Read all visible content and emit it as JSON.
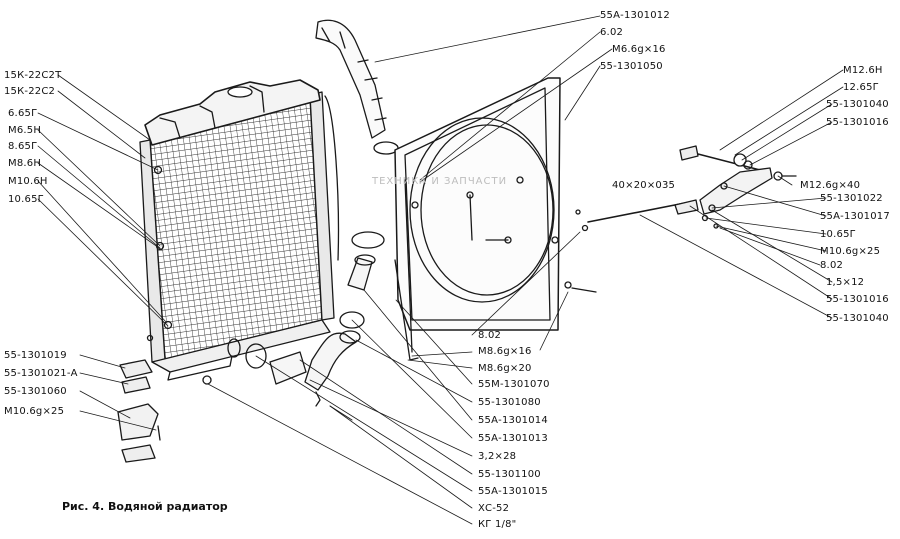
{
  "caption": "Рис. 4. Водяной радиатор",
  "watermark": "ТЕХНИКА И ЗАПЧАСТИ",
  "labels": {
    "l_15k22c2t": "15К-22С2Т",
    "l_15k22c2": "15К-22С2",
    "l_665g": "6.65Г",
    "l_m65n": "М6.5Н",
    "l_865g": "8.65Г",
    "l_m86n": "М8.6Н",
    "l_m106n": "М10.6Н",
    "l_1065g_left": "10.65Г",
    "l_1301019": "55-1301019",
    "l_1301021a": "55-1301021-А",
    "l_1301060": "55-1301060",
    "l_m10_25_left": "М10.6g×25",
    "l_1301012": "55А-1301012",
    "l_602": "6.02",
    "l_m6_16_top": "М6.6g×16",
    "l_1301050": "55-1301050",
    "l_m126n": "М12.6Н",
    "l_1265g": "12.65Г",
    "l_1301040_top": "55-1301040",
    "l_1301016_top": "55-1301016",
    "l_m12_40": "М12.6g×40",
    "l_1301022": "55-1301022",
    "l_1301017": "55А-1301017",
    "l_1065g_right": "10.65Г",
    "l_m10_25_right": "М10.6g×25",
    "l_802_right": "8.02",
    "l_15x12": "1,5×12",
    "l_1301016_bot": "55-1301016",
    "l_1301040_bot": "55-1301040",
    "l_40x20": "40×20×035",
    "l_802_mid": "8.02",
    "l_m6_16_mid": "М8.6g×16",
    "l_m8_20": "М8.6g×20",
    "l_1301070": "55М-1301070",
    "l_1301080": "55-1301080",
    "l_1301014": "55А-1301014",
    "l_1301013": "55А-1301013",
    "l_32x28": "3,2×28",
    "l_1301100": "55-1301100",
    "l_1301015": "55А-1301015",
    "l_xc52": "ХС-52",
    "l_kg18": "КГ 1/8\""
  }
}
